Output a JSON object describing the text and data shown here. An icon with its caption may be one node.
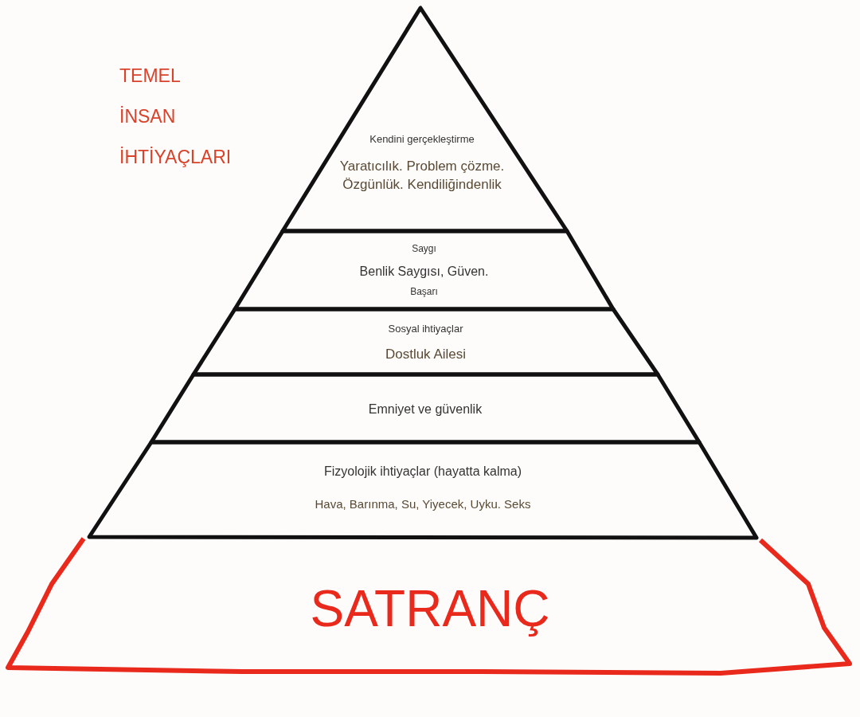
{
  "diagram": {
    "title": "TEMEL İNSAN İHTİYAÇLARI",
    "nodes": [
      {
        "text": [
          "Kendini gerçekleştirme",
          "Yaratıcılık. Problem çözme. Özgünlük. Kendiliğindenlik"
        ]
      },
      {
        "text": [
          "Saygı",
          "Benlik Saygısı, Güven.",
          "Başarı"
        ]
      },
      {
        "text": [
          "Sosyal ihtiyaçlar",
          "Dostluk Ailesi"
        ]
      },
      {
        "text": [
          "Emniyet ve güvenlik"
        ]
      },
      {
        "text": [
          "Fizyolojik ihtiyaçlar (hayatta kalma)",
          "Hava, Barınma, Su, Yiyecek, Uyku. Seks"
        ]
      },
      {
        "text": [
          "SATRANÇ"
        ]
      }
    ]
  }
}
